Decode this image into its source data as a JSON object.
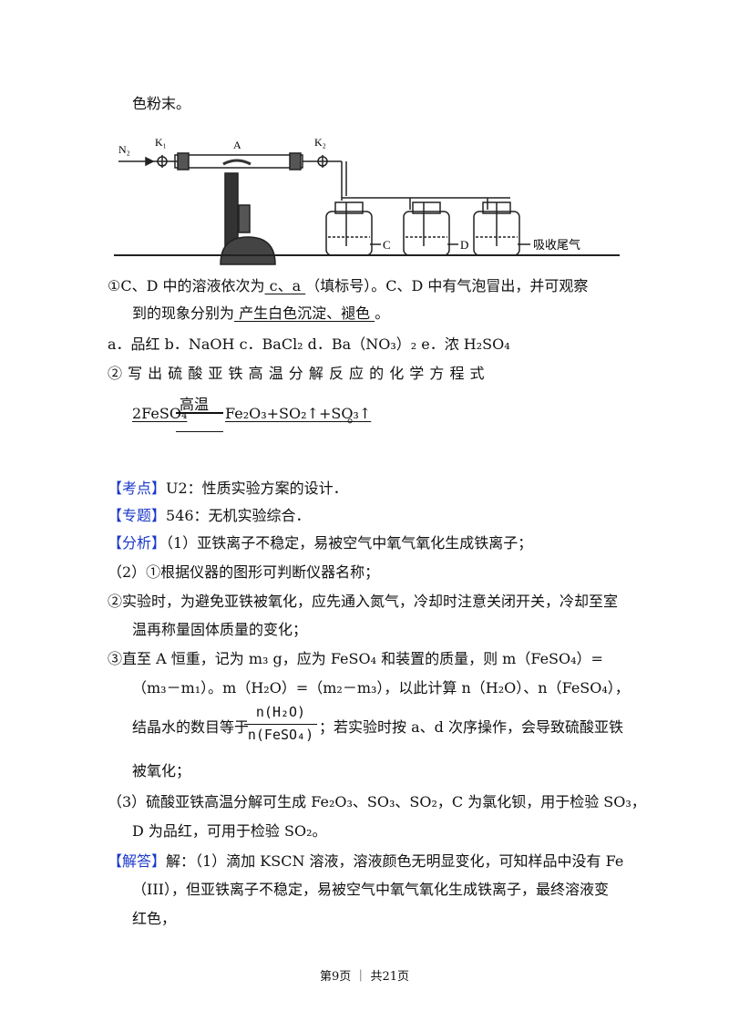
{
  "top_line": "色粉末。",
  "diagram": {
    "label_n2": "N₂",
    "label_k1": "K₁",
    "label_a": "A",
    "label_k2": "K₂",
    "label_c": "C",
    "label_d": "D",
    "label_tail": "吸收尾气"
  },
  "q1": {
    "prefix": "①C、D 中的溶液依次为",
    "ans1": "  c、a  ",
    "middle": "（填标号）。C、D 中有气泡冒出，并可观察",
    "line2_prefix": "到的现象分别为",
    "ans2": "  产生白色沉淀、褪色  ",
    "line2_suffix": "。"
  },
  "options": "a．品红  b．NaOH  c．BaCl₂ d．Ba（NO₃）₂ e．浓 H₂SO₄",
  "q2_prompt": "②  写  出  硫  酸  亚  铁  高  温  分  解  反  应  的  化  学  方  程  式",
  "equation": {
    "lhs": "2FeSO₄",
    "condition": "高温",
    "rhs": "Fe₂O₃+SO₂↑+SO₃↑",
    "end": "。"
  },
  "kaodian": {
    "tag": "【考点】",
    "text": "U2：性质实验方案的设计．"
  },
  "zhuanti": {
    "tag": "【专题】",
    "text": "546：无机实验综合．"
  },
  "fenxi": {
    "tag": "【分析】",
    "text": "（1）亚铁离子不稳定，易被空气中氧气氧化生成铁离子；"
  },
  "a2": "（2）①根据仪器的图形可判断仪器名称；",
  "a3_1": "②实验时，为避免亚铁被氧化，应先通入氮气，冷却时注意关闭开关，冷却至室",
  "a3_2": "温再称量固体质量的变化；",
  "a4_1": "③直至 A 恒重，记为 m₃ g，应为 FeSO₄ 和装置的质量，则 m（FeSO₄）=",
  "a4_2": "（m₃－m₁）。m（H₂O）=（m₂－m₃），以此计算 n（H₂O）、n（FeSO₄），",
  "a4_3_prefix": "结晶水的数目等于",
  "frac_num": "n(H₂O)",
  "frac_den": "n(FeSO₄)",
  "a4_3_suffix": "；若实验时按 a、d 次序操作，会导致硫酸亚铁",
  "a4_4": "被氧化；",
  "a5_1": "（3）硫酸亚铁高温分解可生成 Fe₂O₃、SO₃、SO₂，C 为氯化钡，用于检验 SO₃，",
  "a5_2": "D 为品红，可用于检验 SO₂。",
  "jieda": {
    "tag": "【解答】",
    "text": "解：（1）滴加 KSCN 溶液，溶液颜色无明显变化，可知样品中没有 Fe"
  },
  "j2": "（III），但亚铁离子不稳定，易被空气中氧气氧化生成铁离子，最终溶液变",
  "j3": "红色，",
  "footer": "第9页 ｜ 共21页",
  "colors": {
    "tag": "#1a37c9",
    "text": "#111111"
  }
}
